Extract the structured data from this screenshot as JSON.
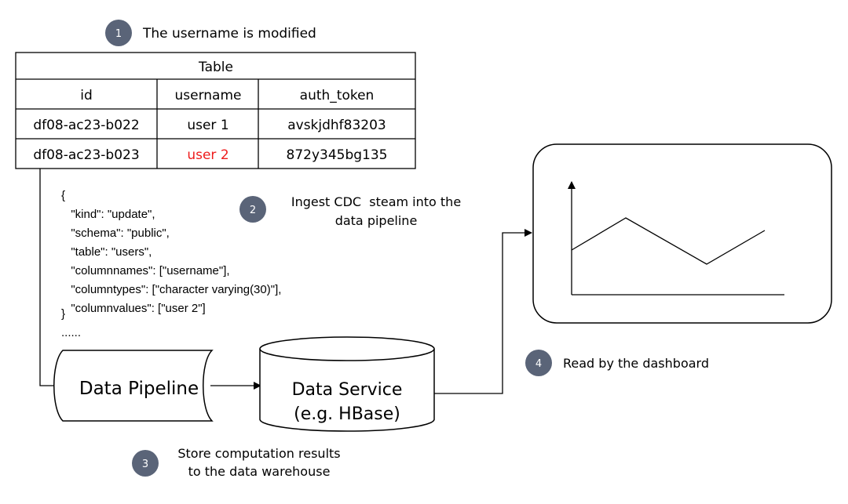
{
  "steps": [
    {
      "number": "1",
      "label": "The username is modified"
    },
    {
      "number": "2",
      "label_lines": [
        "Ingest CDC  steam into the",
        "data pipeline"
      ]
    },
    {
      "number": "3",
      "label_lines": [
        "Store computation results",
        "to the data warehouse"
      ]
    },
    {
      "number": "4",
      "label": "Read by the dashboard"
    }
  ],
  "table": {
    "title": "Table",
    "columns": [
      "id",
      "username",
      "auth_token"
    ],
    "rows": [
      [
        "df08-ac23-b022",
        "user 1",
        "avskjdhf83203"
      ],
      [
        "df08-ac23-b023",
        "user 2",
        "872y345bg135"
      ]
    ],
    "highlight_color": "#ee1c1c"
  },
  "cdc_event": [
    "{",
    "  \"kind\": \"update\",",
    "  \"schema\": \"public\",",
    "  \"table\": \"users\",",
    "  \"columnnames\": [\"username\"],",
    "  \"columntypes\": [\"character varying(30)\"],",
    "  \"columnvalues\": [\"user 2\"]",
    "}",
    "......"
  ],
  "pipeline": {
    "label": "Data Pipeline"
  },
  "service": {
    "label_lines": [
      "Data Service",
      "(e.g. HBase)"
    ]
  },
  "colors": {
    "step_badge": "#5a6478",
    "stroke": "#000000"
  }
}
